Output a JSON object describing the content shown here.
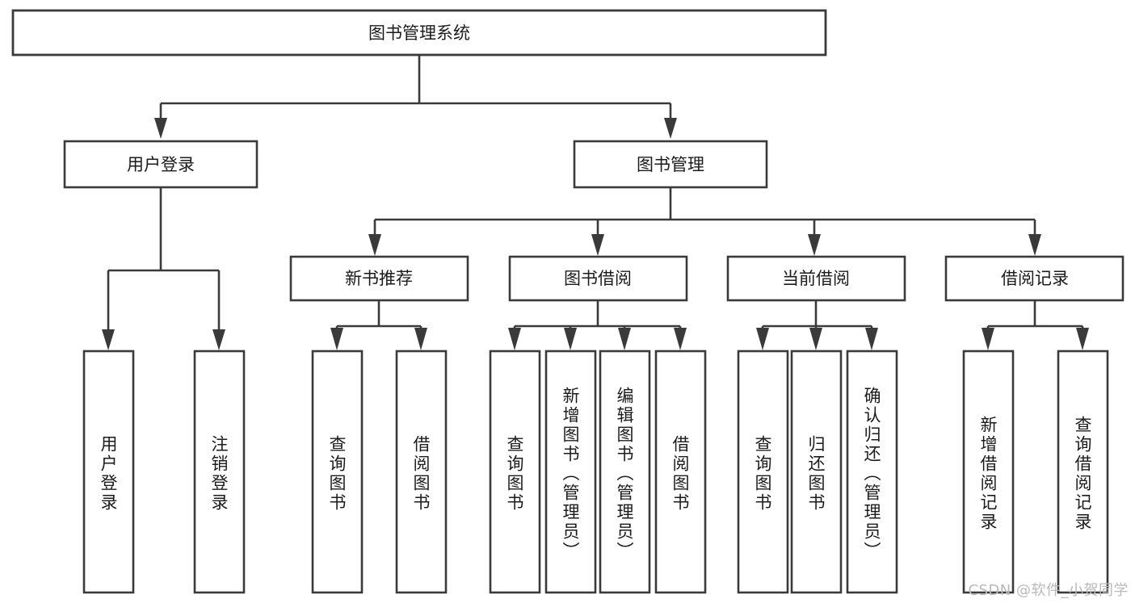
{
  "diagram": {
    "type": "tree",
    "title": "图书管理系统",
    "watermark": "CSDN @软件_小贺同学",
    "colors": {
      "stroke": "#3a3a3a",
      "box_fill": "#ffffff",
      "text": "#1b1b1b",
      "watermark": "#b9b9b9",
      "background": "#ffffff"
    },
    "nodes": {
      "root": {
        "label": "图书管理系统"
      },
      "level2": [
        {
          "label": "用户登录"
        },
        {
          "label": "图书管理"
        }
      ],
      "level3": [
        {
          "label": "新书推荐"
        },
        {
          "label": "图书借阅"
        },
        {
          "label": "当前借阅"
        },
        {
          "label": "借阅记录"
        }
      ],
      "leaves_user_login": [
        {
          "label": "用户登录"
        },
        {
          "label": "注销登录"
        }
      ],
      "leaves_new_book": [
        {
          "label": "查询图书"
        },
        {
          "label": "借阅图书"
        }
      ],
      "leaves_borrow": [
        {
          "label": "查询图书"
        },
        {
          "label": "新增图书（管理员）"
        },
        {
          "label": "编辑图书（管理员）"
        },
        {
          "label": "借阅图书"
        }
      ],
      "leaves_current": [
        {
          "label": "查询图书"
        },
        {
          "label": "归还图书"
        },
        {
          "label": "确认归还（管理员）"
        }
      ],
      "leaves_record": [
        {
          "label": "新增借阅记录"
        },
        {
          "label": "查询借阅记录"
        }
      ]
    }
  }
}
